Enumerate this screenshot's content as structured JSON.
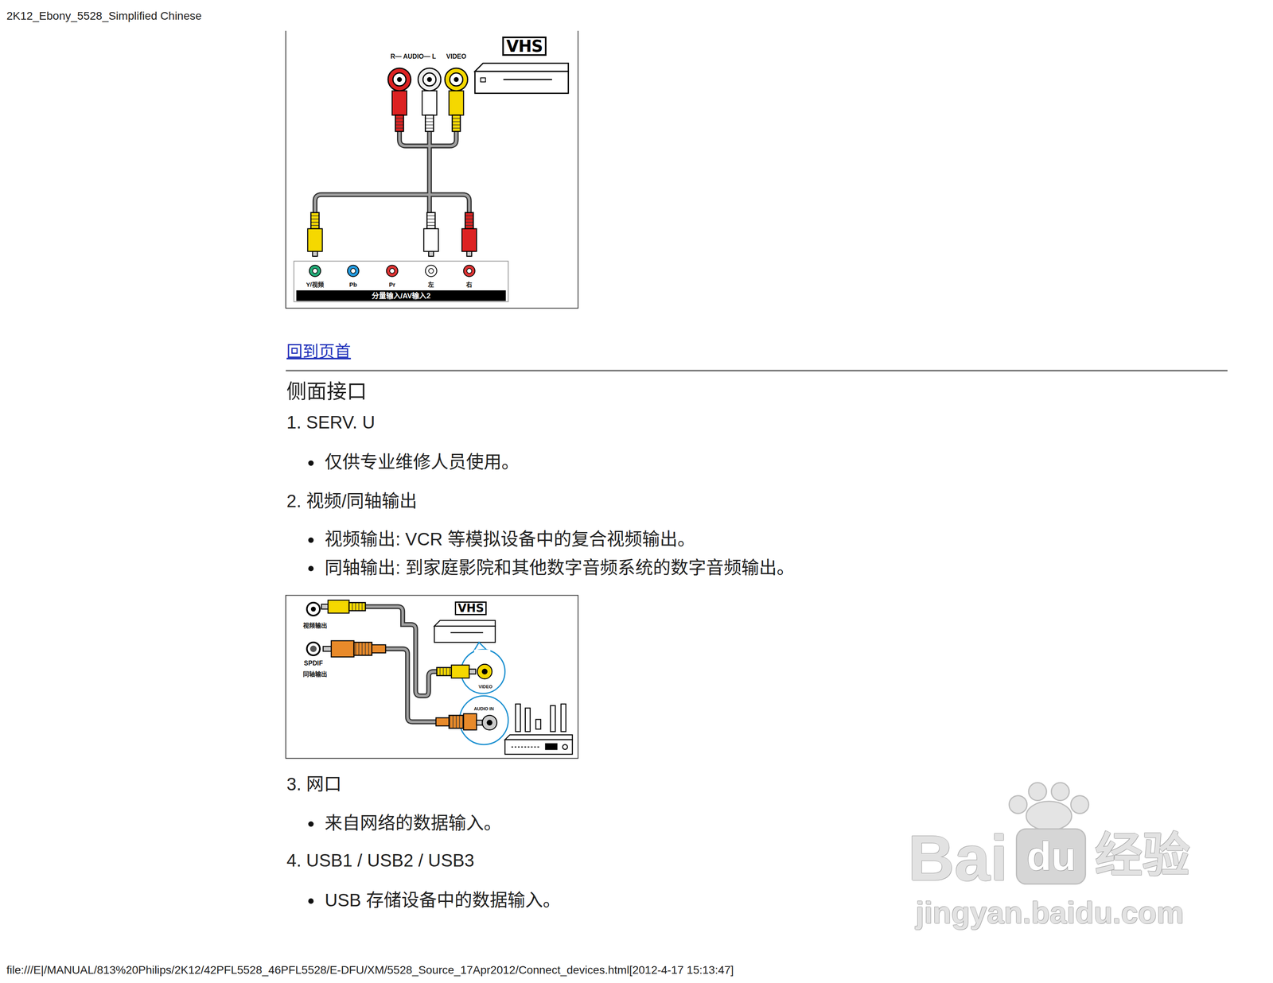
{
  "diagram": {
    "title": "侧面接口",
    "labels": [
      "2K12_Ebony_5528_Simplified Chinese",
      "R— AUDIO— L",
      "VIDEO",
      "VHS",
      "Y/视频",
      "Pb",
      "Pr",
      "左",
      "右",
      "分量输入/AV输入2",
      "回到页首",
      "1. SERV. U",
      "仅供专业维修人员使用。",
      "2. 视频/同轴输出",
      "视频输出: VCR 等模拟设备中的复合视频输出。",
      "同轴输出: 到家庭影院和其他数字音频系统的数字音频输出。",
      "视频输出",
      "SPDIF",
      "同轴输出",
      "VHS",
      "VIDEO",
      "AUDIO IN",
      "3. 网口",
      "来自网络的数据输入。",
      "4. USB1 / USB2 / USB3",
      "USB 存储设备中的数据输入。",
      "Bai",
      "du",
      "经验",
      "jingyan.baidu.com",
      "file:///E|/MANUAL/813%20Philips/2K12/42PFL5528_46PFL5528/E-DFU/XM/5528_Source_17Apr2012/Connect_devices.html[2012-4-17 15:13:47]"
    ]
  }
}
